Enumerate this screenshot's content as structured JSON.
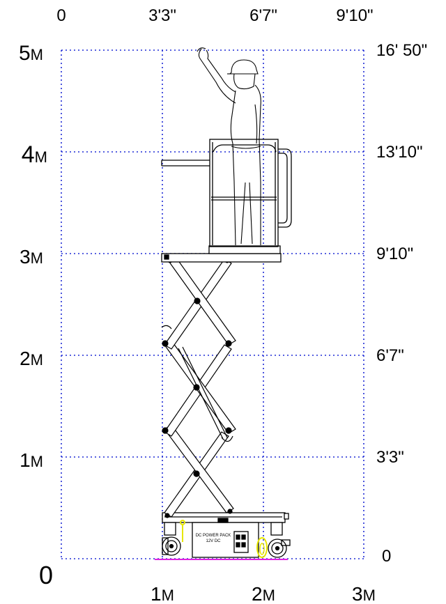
{
  "top_axis": {
    "ticks": [
      "0",
      "3'3\"",
      "6'7\"",
      "9'10\""
    ]
  },
  "left_axis": {
    "ticks": [
      {
        "num": "0",
        "unit": ""
      },
      {
        "num": "1",
        "unit": "M"
      },
      {
        "num": "2",
        "unit": "M"
      },
      {
        "num": "3",
        "unit": "M"
      },
      {
        "num": "4",
        "unit": "M"
      },
      {
        "num": "5",
        "unit": "M"
      }
    ]
  },
  "right_axis": {
    "ticks": [
      "0",
      "3'3\"",
      "6'7\"",
      "9'10\"",
      "13'10\"",
      "16' 50\""
    ]
  },
  "bottom_axis": {
    "ticks": [
      {
        "num": "1",
        "unit": "M"
      },
      {
        "num": "2",
        "unit": "M"
      },
      {
        "num": "3",
        "unit": "M"
      }
    ]
  },
  "power_pack": {
    "line1": "DC POWER PACK",
    "line2": "12V DC"
  },
  "colors": {
    "grid": "#1f2bd6",
    "ground": "#e020e0",
    "text": "#000000",
    "pack_text": "#1f2bd6",
    "yellow": "#e6e600"
  }
}
